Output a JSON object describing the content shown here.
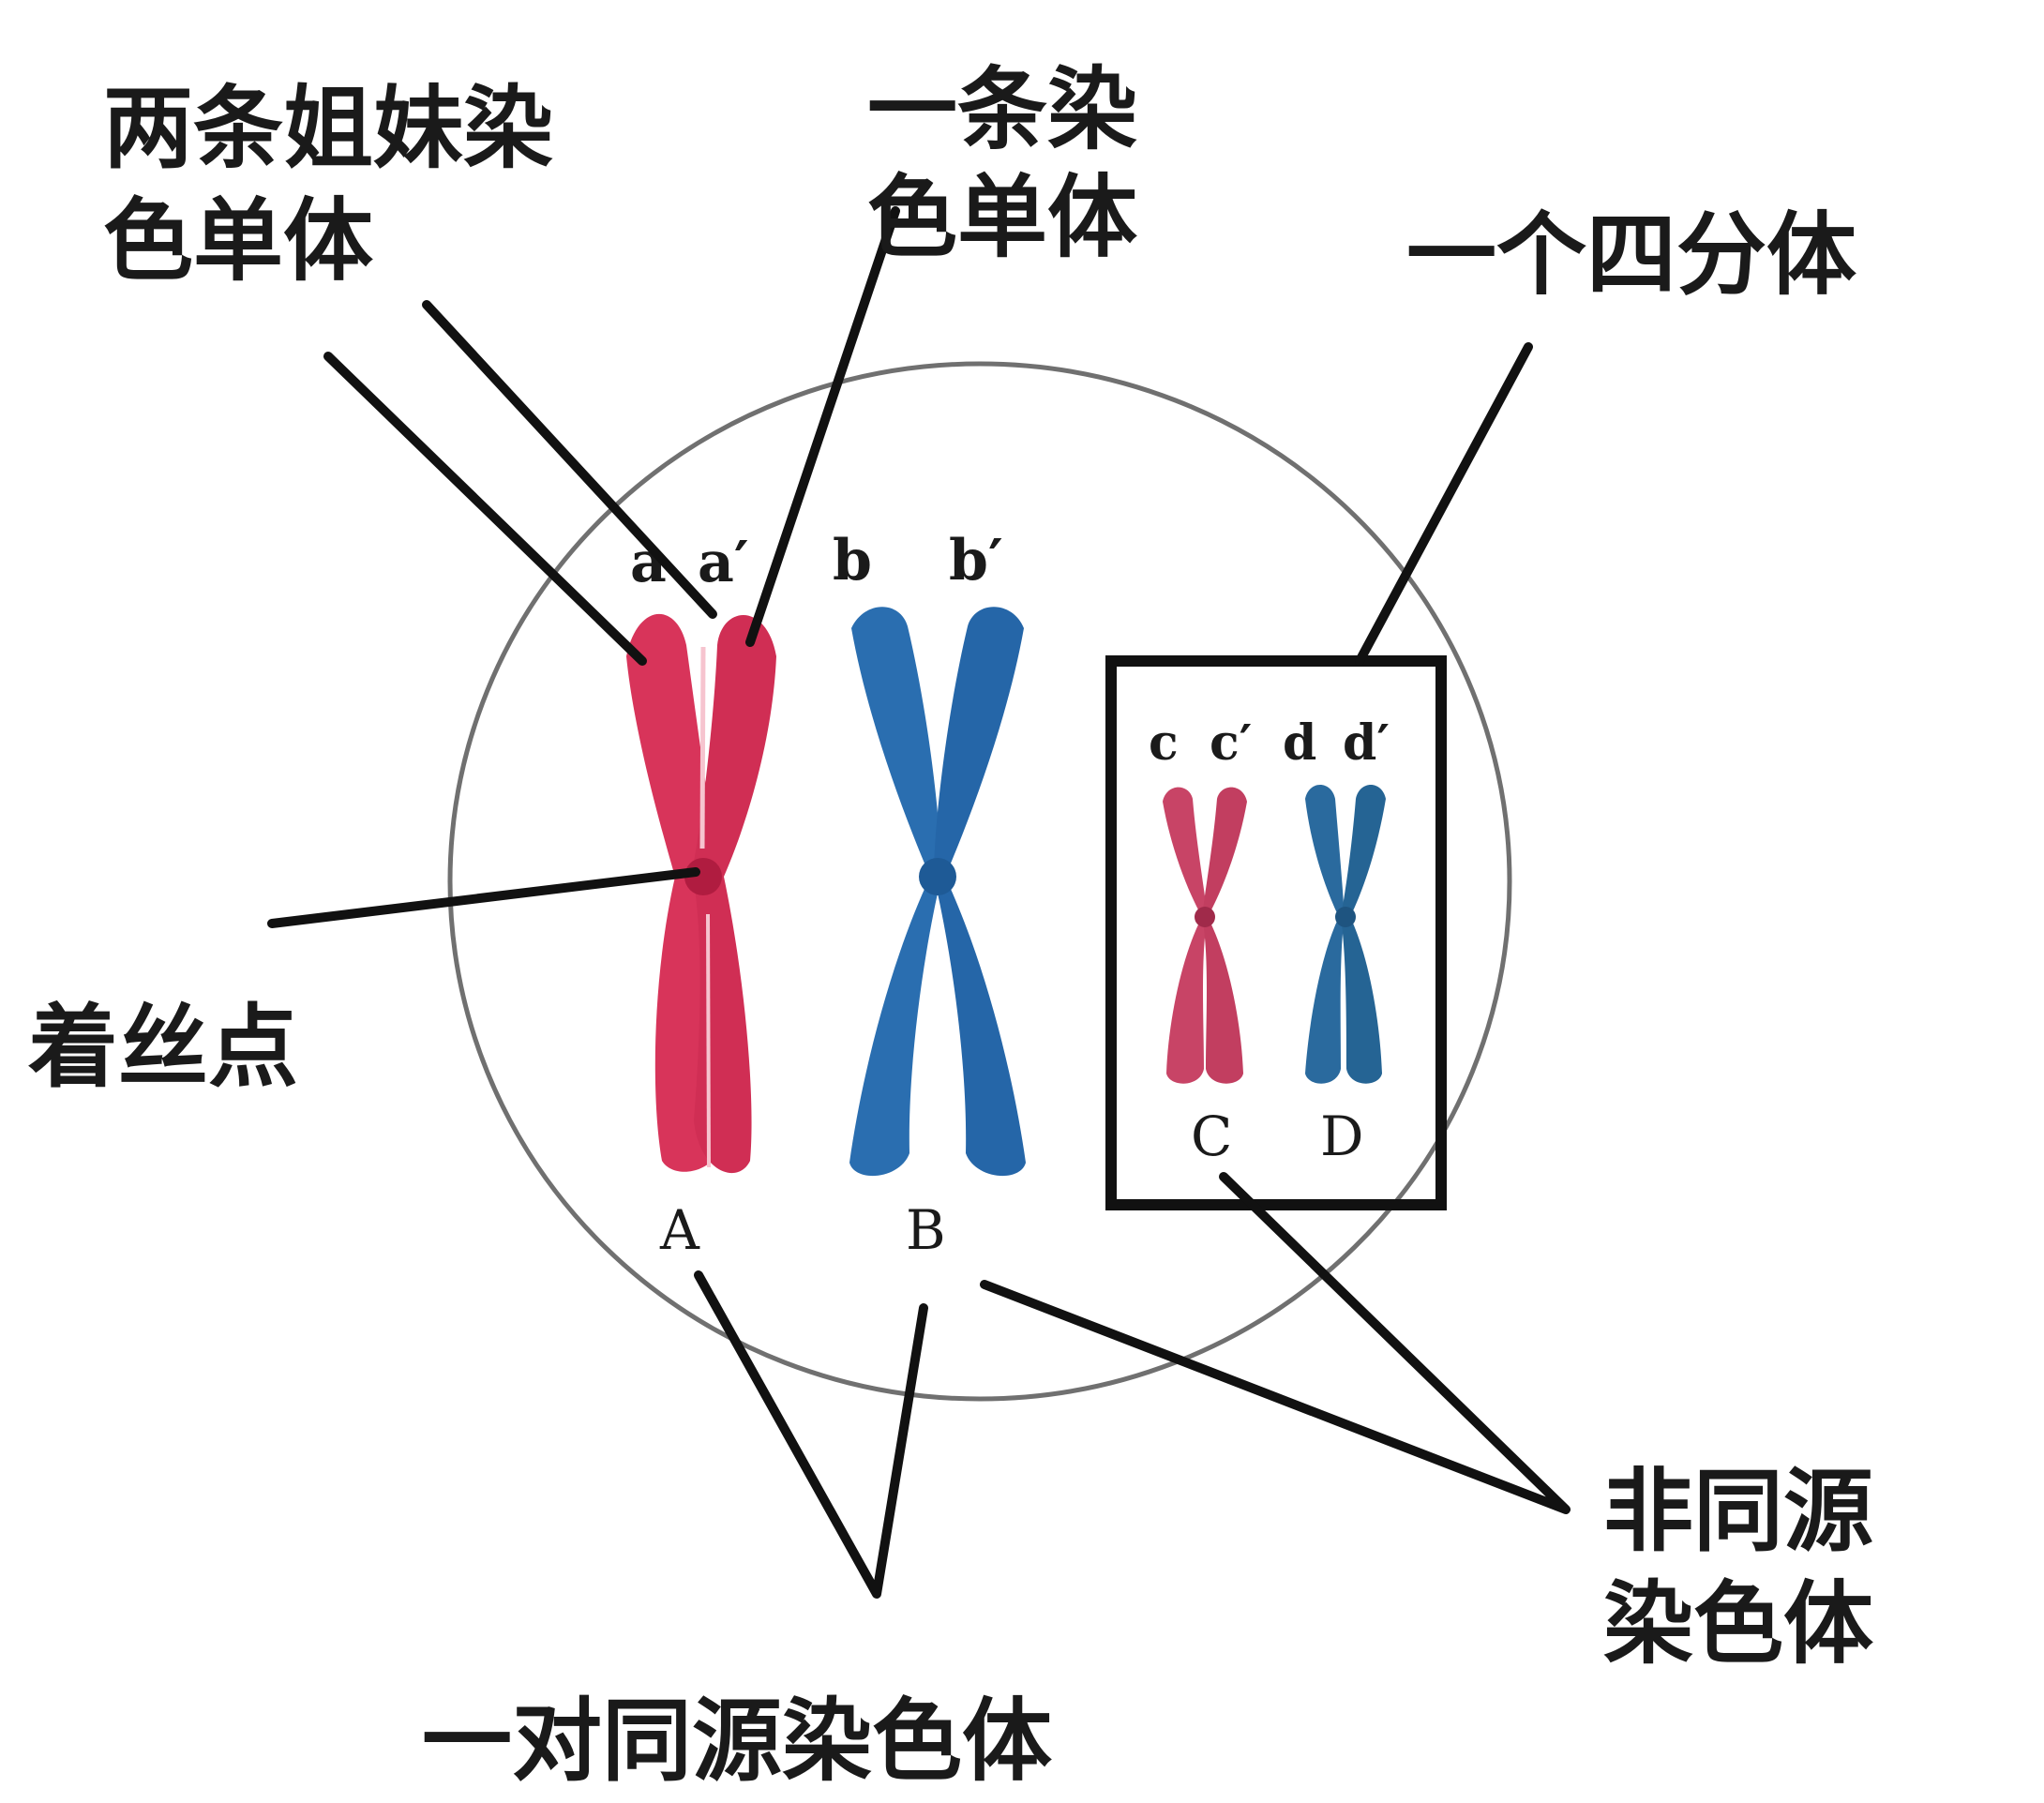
{
  "labels": {
    "sister_chromatids_line1": "两条姐妹染",
    "sister_chromatids_line2": "色单体",
    "one_chromatid_line1": "一条染",
    "one_chromatid_line2": "色单体",
    "tetrad": "一个四分体",
    "centromere": "着丝点",
    "non_homologous_line1": "非同源",
    "non_homologous_line2": "染色体",
    "homologous_pair": "一对同源染色体"
  },
  "chromosomes": {
    "A": {
      "letter": "A",
      "genes": [
        "a",
        "a′"
      ],
      "color": "#d8345a"
    },
    "B": {
      "letter": "B",
      "genes": [
        "b",
        "b′"
      ],
      "color": "#2a6eb0"
    },
    "C": {
      "letter": "C",
      "genes": [
        "c",
        "c′"
      ],
      "color": "#c84466"
    },
    "D": {
      "letter": "D",
      "genes": [
        "d",
        "d′"
      ],
      "color": "#2a6a9e"
    }
  },
  "colors": {
    "cell_outline": "#707070",
    "leader_lines": "#111111",
    "box": "#111111"
  }
}
